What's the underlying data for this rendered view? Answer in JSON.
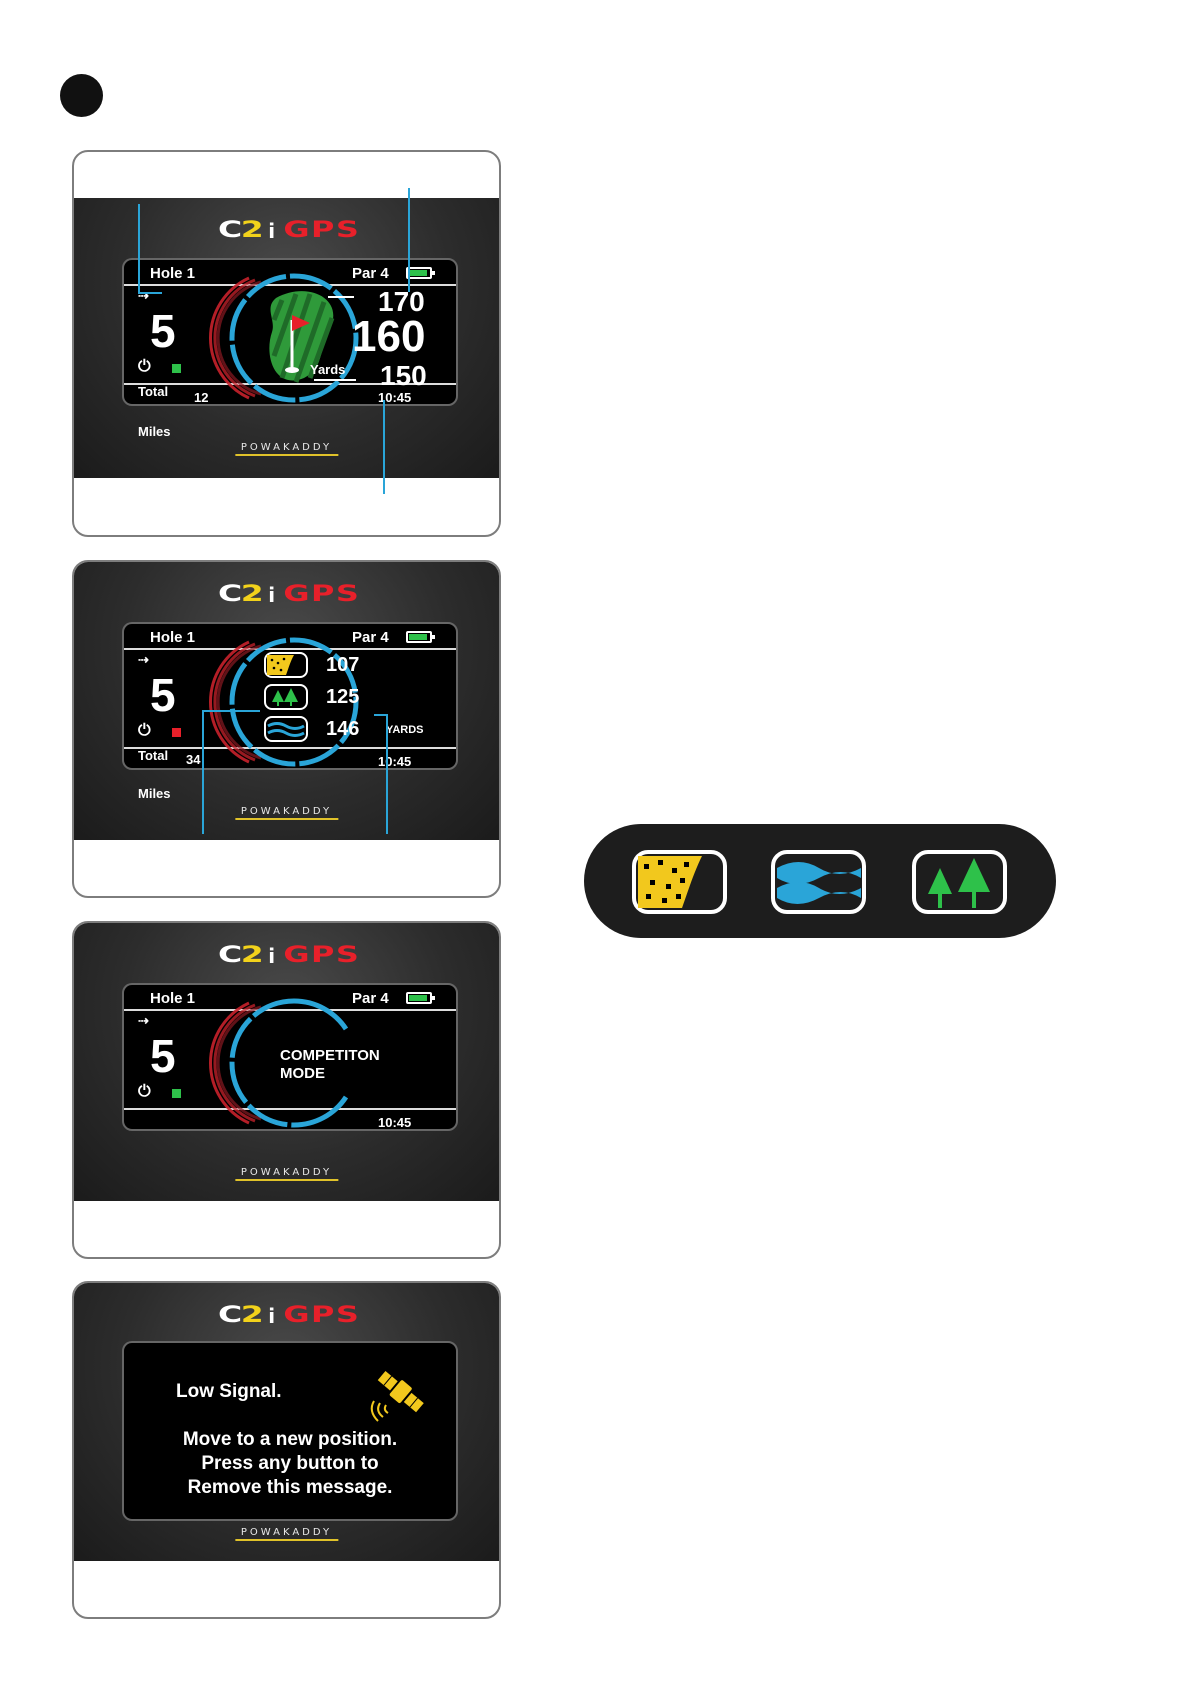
{
  "palette": {
    "accent_blue": "#2aa5d8",
    "gauge_red": "#c8212b",
    "battery_green": "#2ec14a",
    "logo_yellow": "#f2d21b",
    "logo_red": "#e8202a"
  },
  "brand": {
    "logo_prefix": "C",
    "logo_two": "2",
    "logo_i": "i",
    "logo_suffix": "GPS",
    "maker": "POWAKADDY"
  },
  "screens": [
    {
      "hole": "Hole 1",
      "par": "Par 4",
      "speed": "5",
      "total_label": "Total",
      "miles_label": "Miles",
      "total_miles": "12",
      "time": "10:45",
      "distance_back": "170",
      "distance_centre": "160",
      "distance_front": "150",
      "units": "Yards",
      "status_light": "green"
    },
    {
      "hole": "Hole 1",
      "par": "Par 4",
      "speed": "5",
      "total_label": "Total",
      "miles_label": "Miles",
      "total_miles": "34",
      "time": "10:45",
      "hazard_bunker": "107",
      "hazard_trees": "125",
      "hazard_water": "146",
      "units": "YARDS",
      "status_light": "red"
    },
    {
      "hole": "Hole 1",
      "par": "Par 4",
      "speed": "5",
      "time": "10:45",
      "mode_line1": "COMPETITON",
      "mode_line2": "MODE",
      "status_light": "green"
    },
    {
      "line1": "Low Signal.",
      "line2": "Move to a new position.",
      "line3": "Press any button to",
      "line4": "Remove this message."
    }
  ],
  "legend_icons": [
    "bunker-icon",
    "water-icon",
    "trees-icon"
  ]
}
